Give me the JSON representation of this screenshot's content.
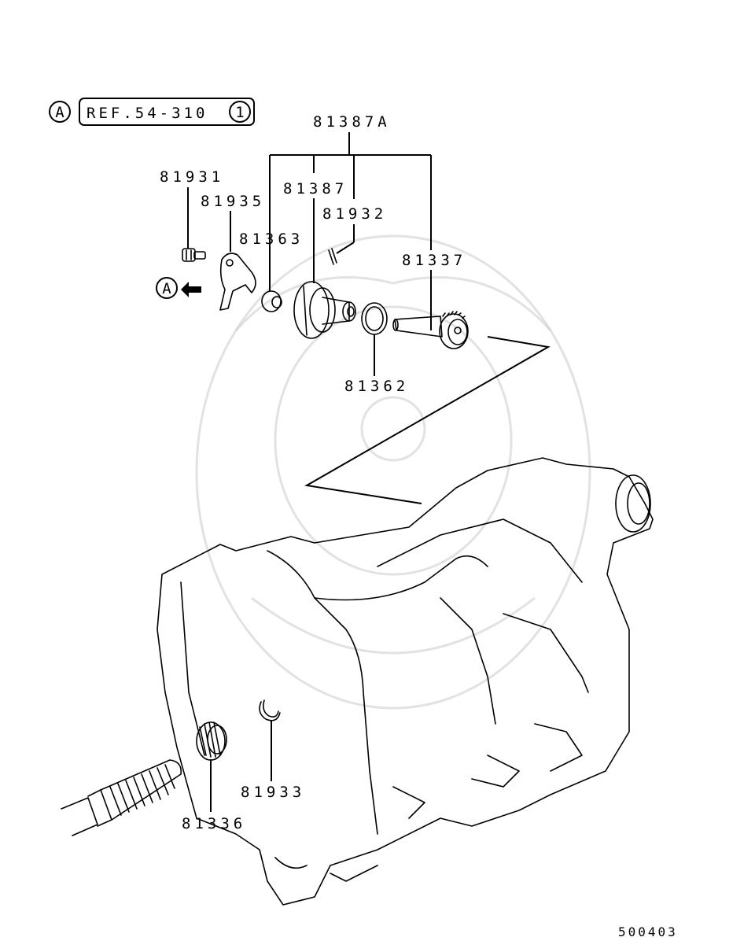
{
  "reference": {
    "marker": "A",
    "text": "REF.54-310",
    "index": "1"
  },
  "parts": {
    "p81387A": "81387A",
    "p81931": "81931",
    "p81935": "81935",
    "p81387": "81387",
    "p81932": "81932",
    "p81363": "81363",
    "p81337": "81337",
    "p81362": "81362",
    "p81933": "81933",
    "p81336": "81336"
  },
  "view_marker": "A",
  "diagram_code": "500403"
}
